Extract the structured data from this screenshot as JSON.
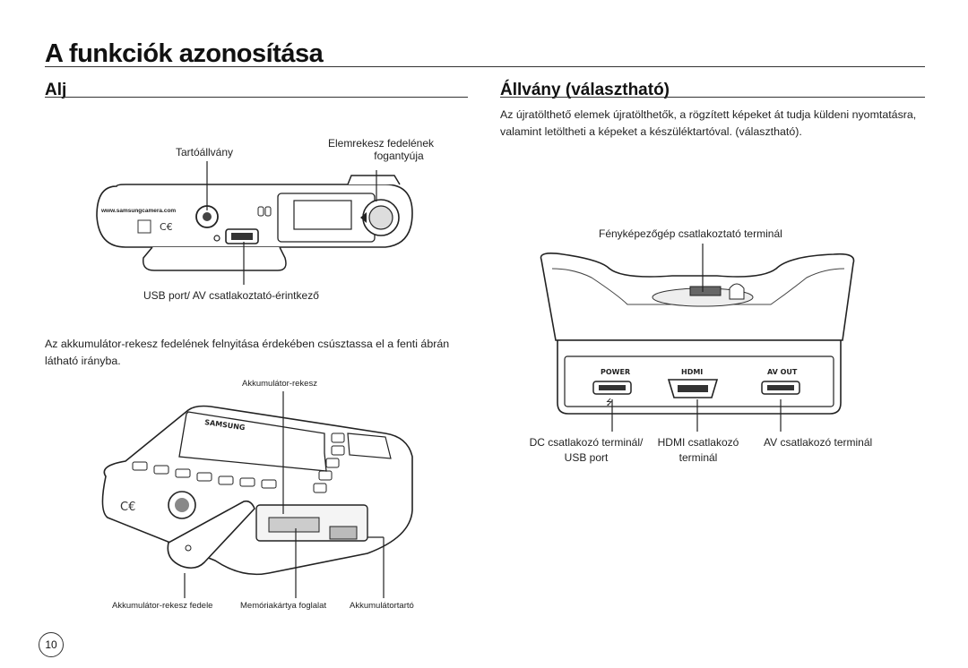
{
  "page": {
    "title": "A funkciók azonosítása",
    "number": "10"
  },
  "bottom_section": {
    "heading": "Alj",
    "labels": {
      "tripod_mount": "Tartóállvány",
      "battery_cover_handle_line1": "Elemrekesz fedelének",
      "battery_cover_handle_line2": "fogantyúja",
      "usb_av_port": "USB port/ AV csatlakoztató-érintkező",
      "brand_url": "www.samsungcamera.com"
    },
    "instruction": "Az akkumulátor-rekesz fedelének felnyitása érdekében csúsztassa el a fenti ábrán látható irányba.",
    "figure2_labels": {
      "battery_chamber": "Akkumulátor-rekesz",
      "battery_chamber_cover": "Akkumulátor-rekesz fedele",
      "memory_card_slot": "Memóriakártya foglalat",
      "battery_holder": "Akkumulátortartó",
      "brand": "SAMSUNG"
    }
  },
  "cradle_section": {
    "heading": "Állvány (választható)",
    "description": "Az újratölthető elemek újratölthetők, a rögzített képeket át tudja küldeni nyomtatásra, valamint letöltheti a képeket a készüléktartóval. (választható).",
    "labels": {
      "camera_terminal": "Fényképezőgép csatlakoztató terminál",
      "dc_terminal_line1": "DC csatlakozó terminál/",
      "dc_terminal_line2": "USB port",
      "hdmi_terminal_line1": "HDMI csatlakozó",
      "hdmi_terminal_line2": "terminál",
      "av_terminal": "AV csatlakozó terminál",
      "panel_power": "POWER",
      "panel_hdmi": "HDMI",
      "panel_av_out": "AV OUT"
    }
  }
}
